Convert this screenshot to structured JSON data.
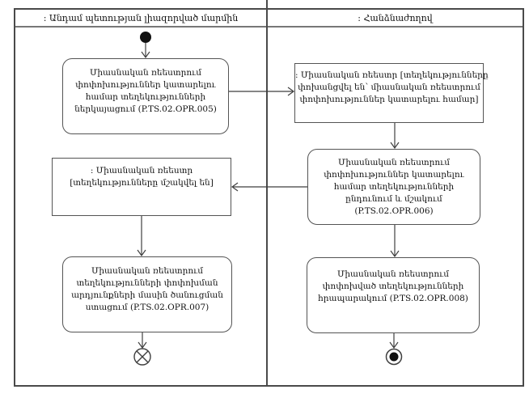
{
  "diagram": {
    "type": "uml-activity-diagram",
    "lanes": [
      {
        "label": ": Անդամ պետության լիազորված մարմին"
      },
      {
        "label": ": Հանձնաժողով"
      }
    ],
    "nodes": {
      "activity1": {
        "kind": "action",
        "code": "P.TS.02.OPR.005",
        "lines": [
          "Միասնական ռեեստրում",
          "փոփոխություններ կատարելու",
          "համար տեղեկությունների",
          "ներկայացում (P.TS.02.OPR.005)"
        ]
      },
      "object1": {
        "kind": "object",
        "lines": [
          ": Միասնական ռեեստր [տեղեկությունները",
          "փոխանցվել են՝ միասնական ռեեստրում",
          "փոփոխություններ կատարելու համար]"
        ]
      },
      "activity2": {
        "kind": "action",
        "code": "P.TS.02.OPR.006",
        "lines": [
          "Միասնական ռեեստրում",
          "փոփոխություններ կատարելու",
          "համար տեղեկությունների",
          "ընդունում և մշակում",
          "(P.TS.02.OPR.006)"
        ]
      },
      "object2": {
        "kind": "object",
        "lines": [
          ": Միասնական ռեեստր",
          "[տեղեկությունները մշակվել են]"
        ]
      },
      "activity3": {
        "kind": "action",
        "code": "P.TS.02.OPR.007",
        "lines": [
          "Միասնական ռեեստրում",
          "տեղեկությունների փոփոխման",
          "արդյունքների մասին ծանուցման",
          "ստացում (P.TS.02.OPR.007)"
        ]
      },
      "activity4": {
        "kind": "action",
        "code": "P.TS.02.OPR.008",
        "lines": [
          "Միասնական ռեեստրում",
          "փոփոխված տեղեկությունների",
          "հրապարակում (P.TS.02.OPR.008)"
        ]
      }
    },
    "symbols": {
      "initial_node": "filled-circle",
      "flow_final_node": "circle-x",
      "activity_final_node": "bullseye"
    },
    "colors": {
      "background": "#ffffff",
      "frame_line": "#4a4a4a",
      "connector_line": "#3f3f3f",
      "node_border": "#545454",
      "node_fill": "#ffffff",
      "text": "#111111"
    }
  }
}
